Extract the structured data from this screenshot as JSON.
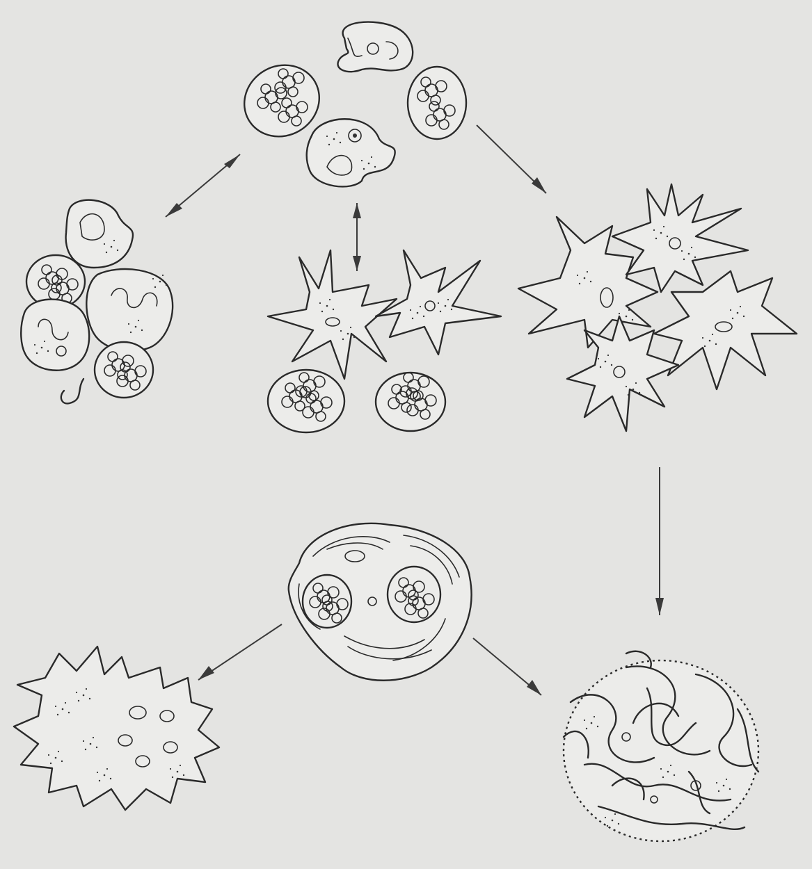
{
  "figure": {
    "colors": {
      "paper": "#e4e4e2",
      "ink": "#2a2a2a",
      "cell_fill": "#ececea"
    },
    "groups": [
      "top-cluster-rounded-cells",
      "left-cluster-rounded-cells",
      "center-star-cells-with-oval-cells",
      "right-cluster-star-cells",
      "center-lower-wrapped-cluster",
      "bottom-left-spiky-cell",
      "bottom-right-fibrous-mass"
    ],
    "arrows": [
      {
        "from": "top-cluster-rounded-cells",
        "to": "left-cluster-rounded-cells",
        "bidirectional": true
      },
      {
        "from": "top-cluster-rounded-cells",
        "to": "center-star-cells-with-oval-cells",
        "bidirectional": true
      },
      {
        "from": "top-cluster-rounded-cells",
        "to": "right-cluster-star-cells",
        "bidirectional": false
      },
      {
        "from": "right-cluster-star-cells",
        "to": "bottom-right-fibrous-mass",
        "bidirectional": false
      },
      {
        "from": "center-lower-wrapped-cluster",
        "to": "bottom-left-spiky-cell",
        "bidirectional": false
      },
      {
        "from": "center-lower-wrapped-cluster",
        "to": "bottom-right-fibrous-mass",
        "bidirectional": false
      }
    ]
  }
}
